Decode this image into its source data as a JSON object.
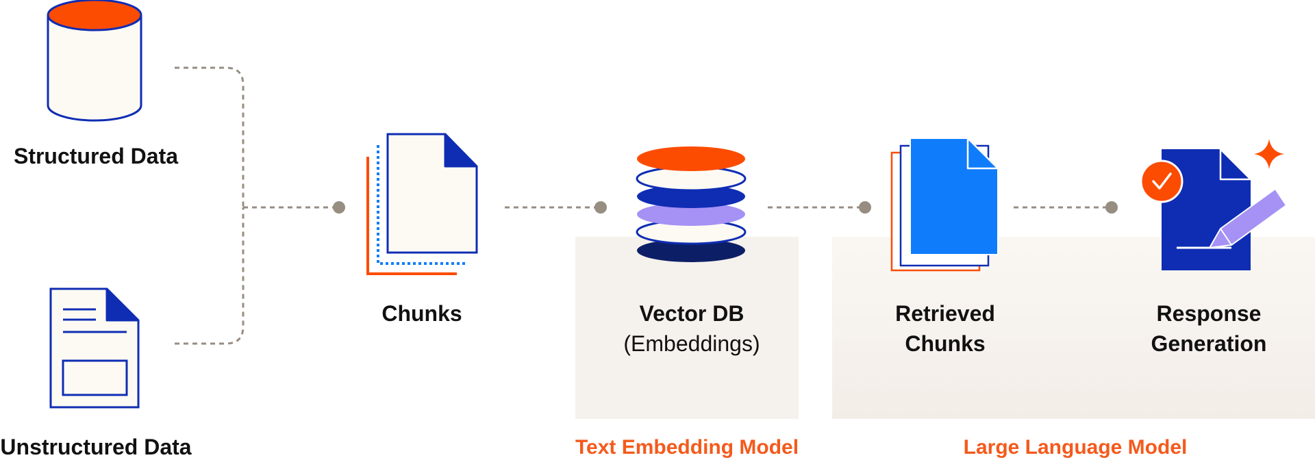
{
  "nodes": {
    "structured": {
      "label": "Structured Data"
    },
    "unstructured": {
      "label": "Unstructured Data"
    },
    "chunks": {
      "label": "Chunks"
    },
    "vector_db": {
      "label": "Vector DB",
      "sublabel": "(Embeddings)"
    },
    "retrieved": {
      "label_line1": "Retrieved",
      "label_line2": "Chunks"
    },
    "response": {
      "label_line1": "Response",
      "label_line2": "Generation"
    }
  },
  "groups": {
    "embedding": {
      "label": "Text Embedding Model"
    },
    "llm": {
      "label": "Large Language Model"
    }
  },
  "colors": {
    "orange": "#fc4c02",
    "navy": "#0f2db3",
    "dark_navy": "#0c1f66",
    "blue": "#0f7cfb",
    "lavender": "#a592f4",
    "cream": "#fdfaf4",
    "panel": "#f5f1ec",
    "connector": "#978d81",
    "label_orange": "#f45a1c"
  }
}
